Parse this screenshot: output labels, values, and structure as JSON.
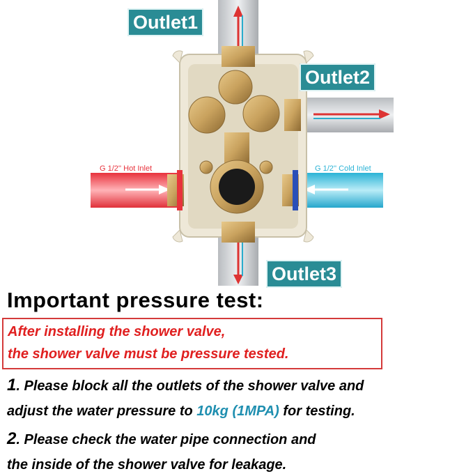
{
  "labels": {
    "outlet1": "Outlet1",
    "outlet2": "Outlet2",
    "outlet3": "Outlet3",
    "hot_inlet": "G 1/2'' Hot Inlet",
    "cold_inlet": "G 1/2'' Cold Inlet"
  },
  "colors": {
    "hot": "#e8323c",
    "cold": "#2bb3d6",
    "label_bg": "#2a8c95",
    "warning": "#e02020",
    "highlight": "#1f8fb0"
  },
  "text": {
    "title": "Important pressure test:",
    "warning_line1": "After installing the shower valve,",
    "warning_line2": "the shower valve must be pressure tested.",
    "step1_num": "1",
    "step1_a": ". Please block all the outlets of the shower valve and",
    "step1_b": "adjust the water pressure to ",
    "step1_value": "10kg (1MPA)",
    "step1_c": " for testing.",
    "step2_num": "2",
    "step2_a": ". Please check the water pipe connection and",
    "step2_b": "the inside of the shower valve for leakage."
  }
}
